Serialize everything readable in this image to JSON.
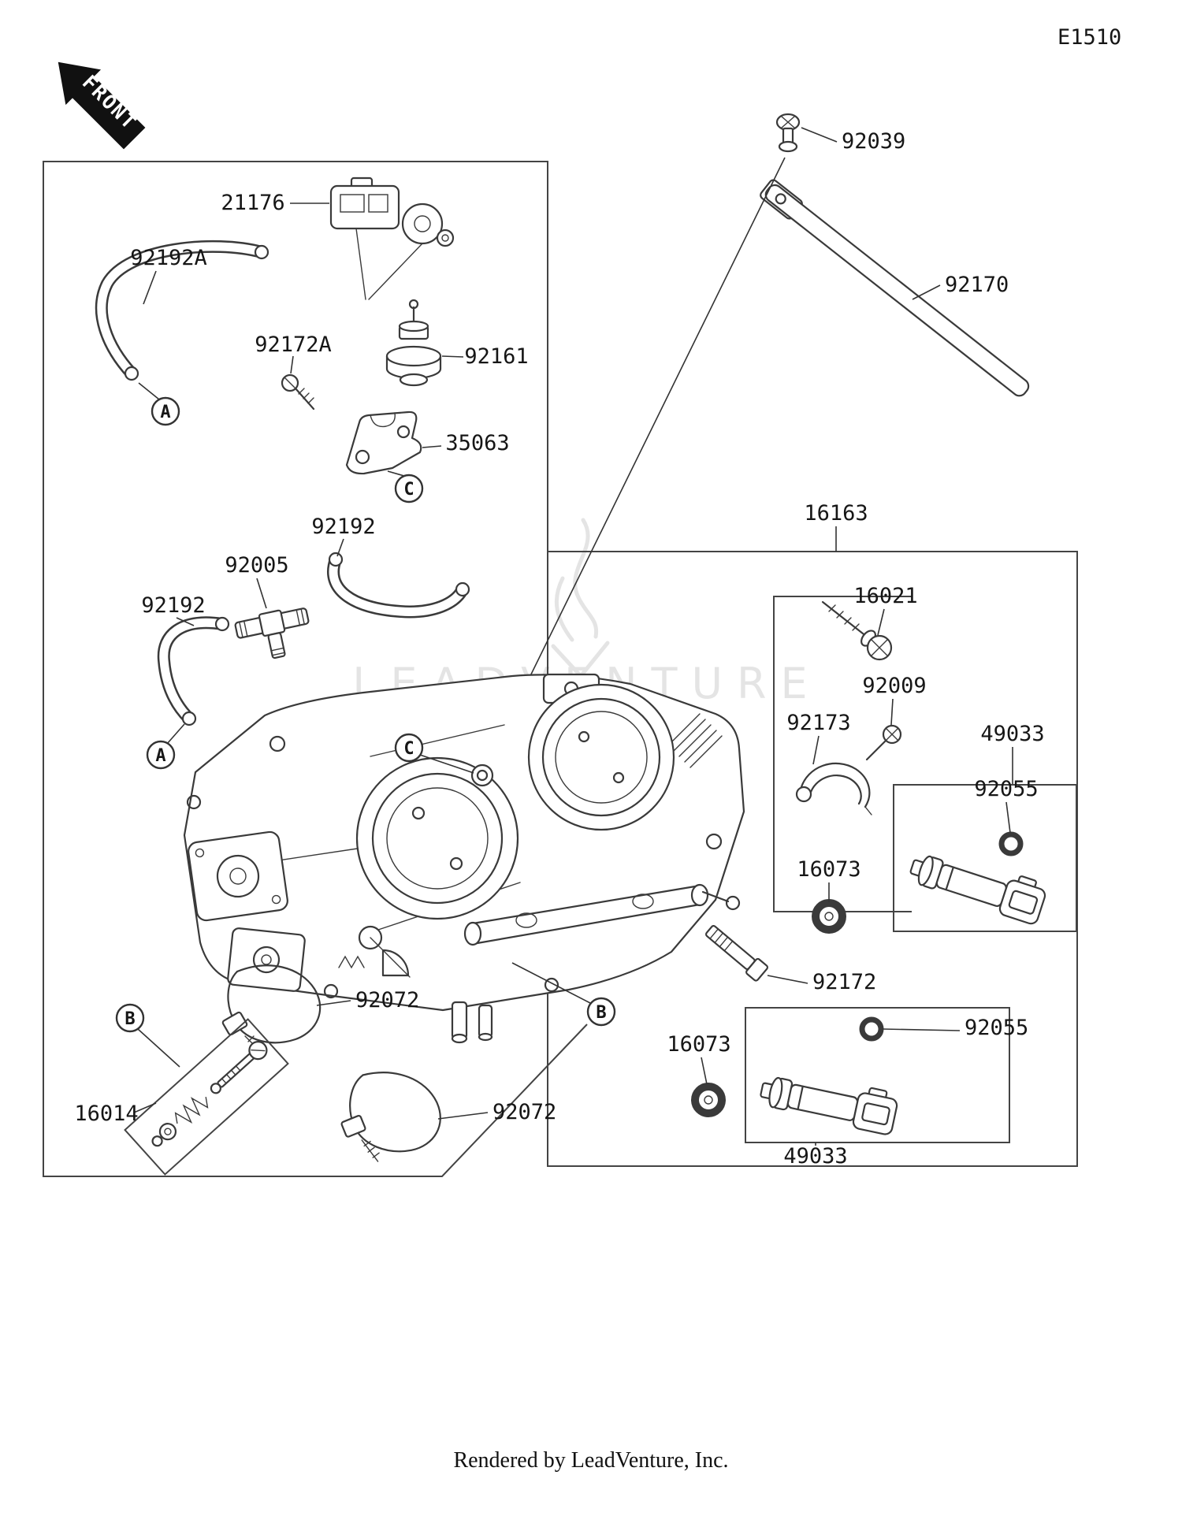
{
  "page": {
    "code": "E1510",
    "front_label": "FRONT",
    "watermark": "LEADVENTURE",
    "footer": "Rendered by LeadVenture, Inc."
  },
  "labels": {
    "l92039": "92039",
    "l92170": "92170",
    "l21176": "21176",
    "l92192a": "92192A",
    "l92172a": "92172A",
    "l92161": "92161",
    "l35063": "35063",
    "l16163": "16163",
    "l92192_top": "92192",
    "l92005": "92005",
    "l92192_left": "92192",
    "l16021": "16021",
    "l92009": "92009",
    "l92173": "92173",
    "l49033_right": "49033",
    "l92055_right": "92055",
    "l16073_right": "16073",
    "l92172": "92172",
    "l92072_upper": "92072",
    "l16014": "16014",
    "l92072_lower": "92072",
    "l16073_lower": "16073",
    "l92055_lower": "92055",
    "l49033_lower": "49033"
  },
  "callouts": {
    "a": "A",
    "b": "B",
    "c": "C"
  }
}
